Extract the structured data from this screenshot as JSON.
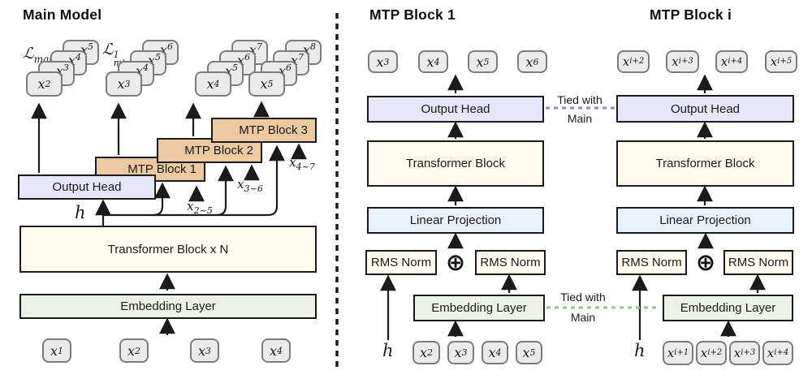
{
  "colors": {
    "ink": "#1b1b1b",
    "mtp-tan": "#ecc9a1",
    "head-lavender": "#e7e6f8",
    "block-cream": "#fdf9ec",
    "proj-blue": "#e7f2fb",
    "embed-green": "#edf2e8",
    "token-gray": "#ebebeb",
    "token-border": "#7c7c7c",
    "tie-purple": "#8f8fd8",
    "tie-green": "#92c992"
  },
  "ties": {
    "line1": "Tied with",
    "line2": "Main"
  },
  "main": {
    "title": "Main Model",
    "loss_main": {
      "base": "ℒ",
      "sub": "main"
    },
    "loss_mtp": {
      "base": "ℒ",
      "sup": "1",
      "sub": "mtp"
    },
    "stacks": [
      {
        "tokens": [
          {
            "base": "x",
            "sub": "2"
          },
          {
            "base": "x",
            "sub": "3"
          },
          {
            "base": "x",
            "sub": "4"
          },
          {
            "base": "x",
            "sub": "5"
          }
        ]
      },
      {
        "tokens": [
          {
            "base": "x",
            "sub": "3"
          },
          {
            "base": "x",
            "sub": "4"
          },
          {
            "base": "x",
            "sub": "5"
          },
          {
            "base": "x",
            "sub": "6"
          }
        ]
      },
      {
        "tokens": [
          {
            "base": "x",
            "sub": "4"
          },
          {
            "base": "x",
            "sub": "5"
          },
          {
            "base": "x",
            "sub": "6"
          },
          {
            "base": "x",
            "sub": "7"
          }
        ]
      },
      {
        "tokens": [
          {
            "base": "x",
            "sub": "5"
          },
          {
            "base": "x",
            "sub": "6"
          },
          {
            "base": "x",
            "sub": "7"
          },
          {
            "base": "x",
            "sub": "8"
          }
        ]
      }
    ],
    "mtp_block_1": "MTP Block 1",
    "mtp_block_2": "MTP Block 2",
    "mtp_block_3": "MTP Block 3",
    "output_head": "Output Head",
    "h": "h",
    "transformer": "Transformer Block x N",
    "embedding": "Embedding Layer",
    "range_labels": [
      {
        "base": "x",
        "sub": "2~5"
      },
      {
        "base": "x",
        "sub": "3~6"
      },
      {
        "base": "x",
        "sub": "4~7"
      }
    ],
    "inputs": [
      {
        "base": "x",
        "sub": "1"
      },
      {
        "base": "x",
        "sub": "2"
      },
      {
        "base": "x",
        "sub": "3"
      },
      {
        "base": "x",
        "sub": "4"
      }
    ]
  },
  "mtp1": {
    "title": "MTP Block 1",
    "outputs": [
      {
        "base": "x",
        "sub": "3"
      },
      {
        "base": "x",
        "sub": "4"
      },
      {
        "base": "x",
        "sub": "5"
      },
      {
        "base": "x",
        "sub": "6"
      }
    ],
    "output_head": "Output Head",
    "transformer": "Transformer Block",
    "linear": "Linear Projection",
    "rms_left": "RMS Norm",
    "rms_right": "RMS Norm",
    "plus": "⊕",
    "embedding": "Embedding Layer",
    "h": "h",
    "inputs": [
      {
        "base": "x",
        "sub": "2"
      },
      {
        "base": "x",
        "sub": "3"
      },
      {
        "base": "x",
        "sub": "4"
      },
      {
        "base": "x",
        "sub": "5"
      }
    ]
  },
  "mtpi": {
    "title": "MTP Block i",
    "outputs": [
      {
        "base": "x",
        "sub": "i+2"
      },
      {
        "base": "x",
        "sub": "i+3"
      },
      {
        "base": "x",
        "sub": "i+4"
      },
      {
        "base": "x",
        "sub": "i+5"
      }
    ],
    "output_head": "Output Head",
    "transformer": "Transformer Block",
    "linear": "Linear Projection",
    "rms_left": "RMS Norm",
    "rms_right": "RMS Norm",
    "plus": "⊕",
    "embedding": "Embedding Layer",
    "h": "h",
    "inputs": [
      {
        "base": "x",
        "sub": "i+1"
      },
      {
        "base": "x",
        "sub": "i+2"
      },
      {
        "base": "x",
        "sub": "i+3"
      },
      {
        "base": "x",
        "sub": "i+4"
      }
    ]
  }
}
